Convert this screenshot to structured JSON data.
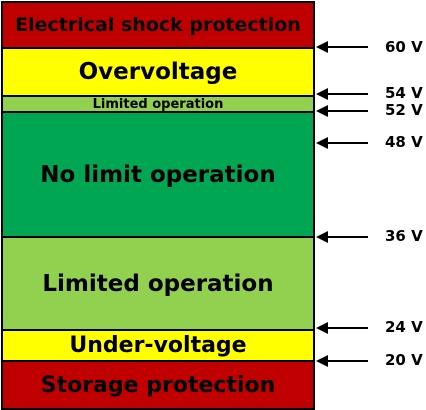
{
  "colors": {
    "red": "#c00000",
    "yellow": "#ffff00",
    "light_green": "#92d050",
    "green": "#00a651",
    "border": "#000000"
  },
  "bands": [
    {
      "id": "shock",
      "label": "Electrical shock protection",
      "color": "#c00000"
    },
    {
      "id": "over",
      "label": "Overvoltage",
      "color": "#ffff00"
    },
    {
      "id": "lim-upper",
      "label": "Limited operation",
      "color": "#92d050"
    },
    {
      "id": "nolimit",
      "label": "No limit operation",
      "color": "#00a651"
    },
    {
      "id": "lim-lower",
      "label": "Limited operation",
      "color": "#92d050"
    },
    {
      "id": "under",
      "label": "Under-voltage",
      "color": "#ffff00"
    },
    {
      "id": "storage",
      "label": "Storage protection",
      "color": "#c00000"
    }
  ],
  "voltage_markers": [
    {
      "label": "60 V",
      "value": 60
    },
    {
      "label": "54 V",
      "value": 54
    },
    {
      "label": "52 V",
      "value": 52
    },
    {
      "label": "48 V",
      "value": 48
    },
    {
      "label": "36 V",
      "value": 36
    },
    {
      "label": "24 V",
      "value": 24
    },
    {
      "label": "20 V",
      "value": 20
    }
  ]
}
